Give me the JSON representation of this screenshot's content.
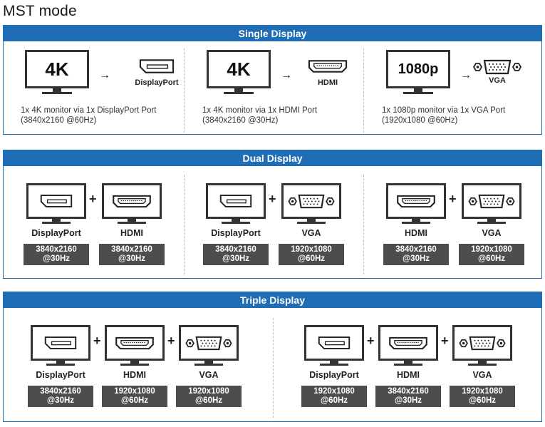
{
  "title": "MST mode",
  "colors": {
    "accent": "#1f6db5",
    "res_box": "#4d4d4d",
    "stroke": "#333333"
  },
  "single": {
    "header": "Single Display",
    "items": [
      {
        "screen": "4K",
        "port": "DisplayPort",
        "icon": "displayport-icon",
        "desc1": "1x 4K monitor via 1x DisplayPort Port",
        "desc2": "(3840x2160 @60Hz)"
      },
      {
        "screen": "4K",
        "port": "HDMI",
        "icon": "hdmi-icon",
        "desc1": "1x 4K monitor via 1x HDMI Port",
        "desc2": "(3840x2160 @30Hz)"
      },
      {
        "screen": "1080p",
        "port": "VGA",
        "icon": "vga-icon",
        "desc1": "1x 1080p monitor via 1x VGA Port",
        "desc2": "(1920x1080 @60Hz)"
      }
    ]
  },
  "dual": {
    "header": "Dual Display",
    "groups": [
      [
        {
          "port": "DisplayPort",
          "res1": "3840x2160",
          "res2": "@30Hz"
        },
        {
          "port": "HDMI",
          "res1": "3840x2160",
          "res2": "@30Hz"
        }
      ],
      [
        {
          "port": "DisplayPort",
          "res1": "3840x2160",
          "res2": "@30Hz"
        },
        {
          "port": "VGA",
          "res1": "1920x1080",
          "res2": "@60Hz"
        }
      ],
      [
        {
          "port": "HDMI",
          "res1": "3840x2160",
          "res2": "@30Hz"
        },
        {
          "port": "VGA",
          "res1": "1920x1080",
          "res2": "@60Hz"
        }
      ]
    ]
  },
  "triple": {
    "header": "Triple Display",
    "groups": [
      [
        {
          "port": "DisplayPort",
          "res1": "3840x2160",
          "res2": "@30Hz"
        },
        {
          "port": "HDMI",
          "res1": "1920x1080",
          "res2": "@60Hz"
        },
        {
          "port": "VGA",
          "res1": "1920x1080",
          "res2": "@60Hz"
        }
      ],
      [
        {
          "port": "DisplayPort",
          "res1": "1920x1080",
          "res2": "@60Hz"
        },
        {
          "port": "HDMI",
          "res1": "3840x2160",
          "res2": "@30Hz"
        },
        {
          "port": "VGA",
          "res1": "1920x1080",
          "res2": "@60Hz"
        }
      ]
    ]
  },
  "plus_sign": "+",
  "arrow_glyph": "→"
}
